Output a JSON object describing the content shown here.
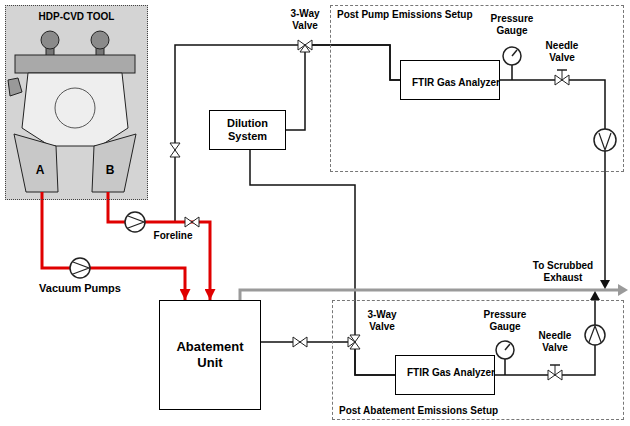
{
  "diagram": {
    "nodes": [
      {
        "text": [
          "HDP-CVD TOOL"
        ]
      },
      {
        "text": [
          "Post Pump Emissions Setup"
        ]
      },
      {
        "text": [
          "FTIR Gas Analyzer"
        ],
        "in": 1
      },
      {
        "text": [
          "Dilution System"
        ]
      },
      {
        "text": [
          "Abatement Unit"
        ]
      },
      {
        "text": [
          "Post Abatement Emissions Setup"
        ]
      },
      {
        "text": [
          "FTIR Gas Analyzer"
        ],
        "in": 5
      }
    ],
    "edges": [
      {
        "from": 0,
        "to": 4,
        "arrow": "to"
      },
      {
        "from": 0,
        "to": 4,
        "arrow": "to"
      },
      {
        "from": 0,
        "to": 2,
        "arrow": "none"
      },
      {
        "from": 3,
        "to": 2,
        "arrow": "none"
      },
      {
        "from": 3,
        "to": 6,
        "arrow": "none"
      },
      {
        "from": 4,
        "to": 6,
        "arrow": "none"
      }
    ],
    "labels": [
      "A",
      "B",
      "Vacuum Pumps",
      "Foreline",
      "3-Way Valve",
      "Pressure Gauge",
      "Needle Valve",
      "To Scrubbed Exhaust",
      "3-Way Valve",
      "Pressure Gauge",
      "Needle Valve"
    ]
  }
}
